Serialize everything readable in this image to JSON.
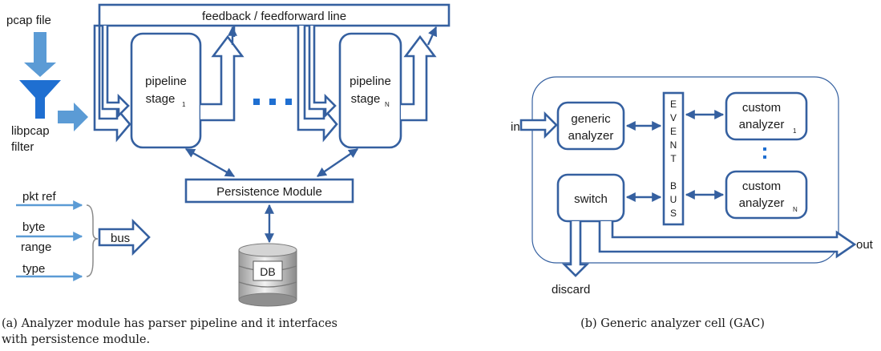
{
  "left": {
    "feedback_line": "feedback / feedforward line",
    "pcap_file": "pcap file",
    "libpcap": "libpcap",
    "filter": "filter",
    "stage1": {
      "line1": "pipeline",
      "line2": "stage",
      "sub": "1"
    },
    "stageN": {
      "line1": "pipeline",
      "line2": "stage",
      "sub": "N"
    },
    "persistence": "Persistence Module",
    "db": "DB",
    "pkt_ref": "pkt ref",
    "byte": "byte",
    "range": "range",
    "type": "type",
    "bus": "bus",
    "caption": "(a) Analyzer module has parser pipeline and it interfaces",
    "caption2": "with persistence module."
  },
  "right": {
    "in": "in",
    "generic1": "generic",
    "generic2": "analyzer",
    "switch": "switch",
    "event_bus": [
      "E",
      "V",
      "E",
      "N",
      "T",
      "",
      "B",
      "U",
      "S"
    ],
    "custom1": {
      "line1": "custom",
      "line2": "analyzer",
      "sub": "1"
    },
    "customN": {
      "line1": "custom",
      "line2": "analyzer",
      "sub": "N"
    },
    "out": "out",
    "discard": "discard",
    "caption": "(b) Generic analyzer cell (GAC)"
  },
  "colors": {
    "stroke": "#3560a0",
    "light": "#5b9bd5",
    "accent": "#1f6fd1"
  }
}
